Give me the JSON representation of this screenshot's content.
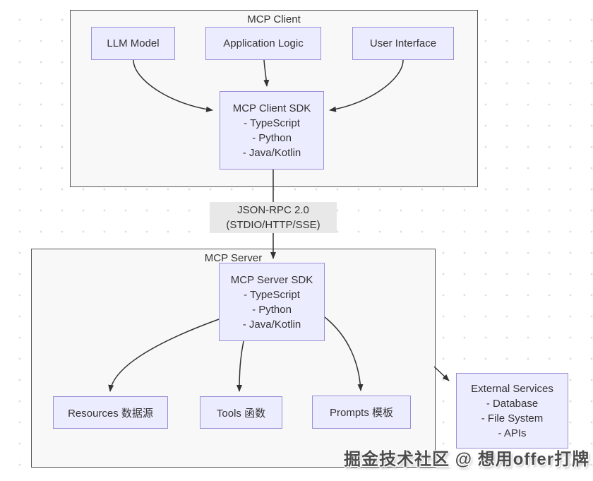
{
  "clusters": {
    "client": {
      "label": "MCP Client"
    },
    "server": {
      "label": "MCP Server"
    }
  },
  "nodes": {
    "llm_model": {
      "label": "LLM Model"
    },
    "application_logic": {
      "label": "Application Logic"
    },
    "user_interface": {
      "label": "User Interface"
    },
    "client_sdk": {
      "title": "MCP Client SDK",
      "items": [
        "- TypeScript",
        "- Python",
        "- Java/Kotlin"
      ]
    },
    "server_sdk": {
      "title": "MCP Server SDK",
      "items": [
        "- TypeScript",
        "- Python",
        "- Java/Kotlin"
      ]
    },
    "resources": {
      "label": "Resources 数据源"
    },
    "tools": {
      "label": "Tools 函数"
    },
    "prompts": {
      "label": "Prompts 模板"
    },
    "external_services": {
      "title": "External Services",
      "items": [
        "- Database",
        "- File System",
        "- APIs"
      ]
    }
  },
  "edge_label": {
    "line1": "JSON-RPC 2.0",
    "line2": "(STDIO/HTTP/SSE)"
  },
  "watermark": "掘金技术社区 @ 想用offer打牌",
  "colors": {
    "node_fill": "#ECECFF",
    "node_border": "#9370DB",
    "cluster_fill": "#f8f8f9",
    "cluster_border": "#55555a",
    "edge": "#333333",
    "edge_label_bg": "#e8e8e8",
    "text": "#333333",
    "watermark_text": "#4d4d4d"
  }
}
